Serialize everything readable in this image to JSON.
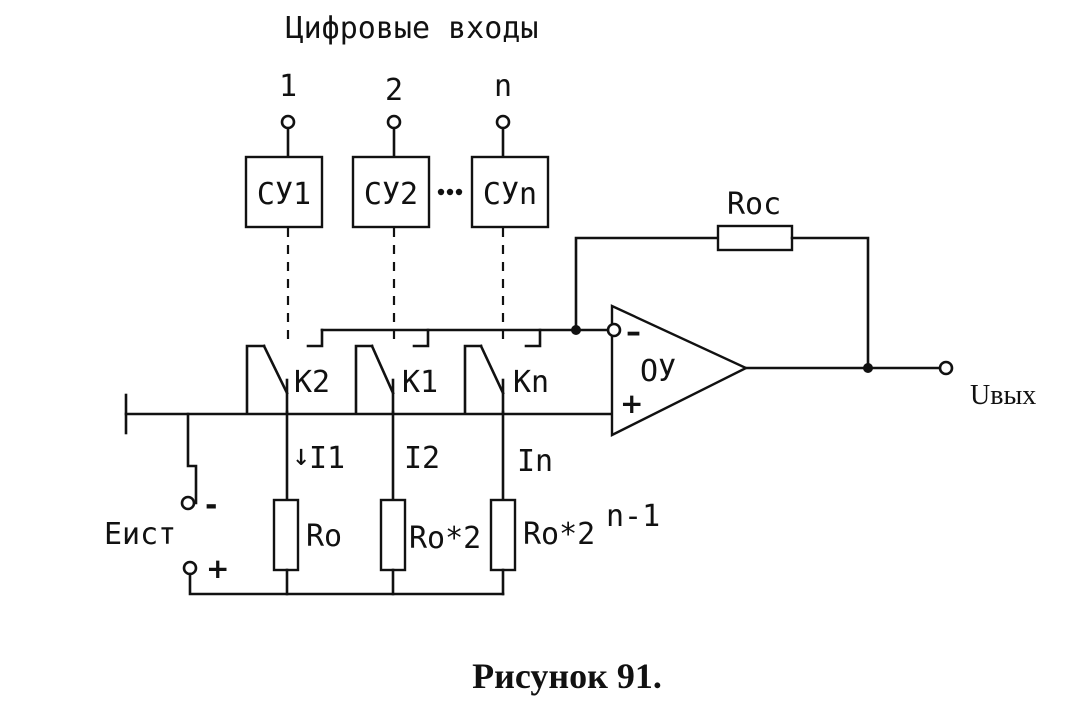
{
  "header": {
    "title": "Цифровые входы"
  },
  "inputs": [
    {
      "number": "1",
      "block": "СУ1"
    },
    {
      "number": "2",
      "block": "СУ2"
    },
    {
      "number": "n",
      "block": "СУn"
    }
  ],
  "switches": [
    "К2",
    "К1",
    "Кn"
  ],
  "currents": [
    "I1",
    "I2",
    "In"
  ],
  "resistors": {
    "r1": "Ro",
    "r2": "Ro*2",
    "r3_base": "Ro*2",
    "r3_exp": "n-1"
  },
  "feedback_resistor": "Roc",
  "opamp": {
    "label": "ОУ",
    "inverting_sign": "–",
    "noninverting_sign": "+"
  },
  "output_label": "Uвых",
  "source": {
    "label": "Еист",
    "minus": "-",
    "plus": "+"
  },
  "caption": "Рисунок 91."
}
